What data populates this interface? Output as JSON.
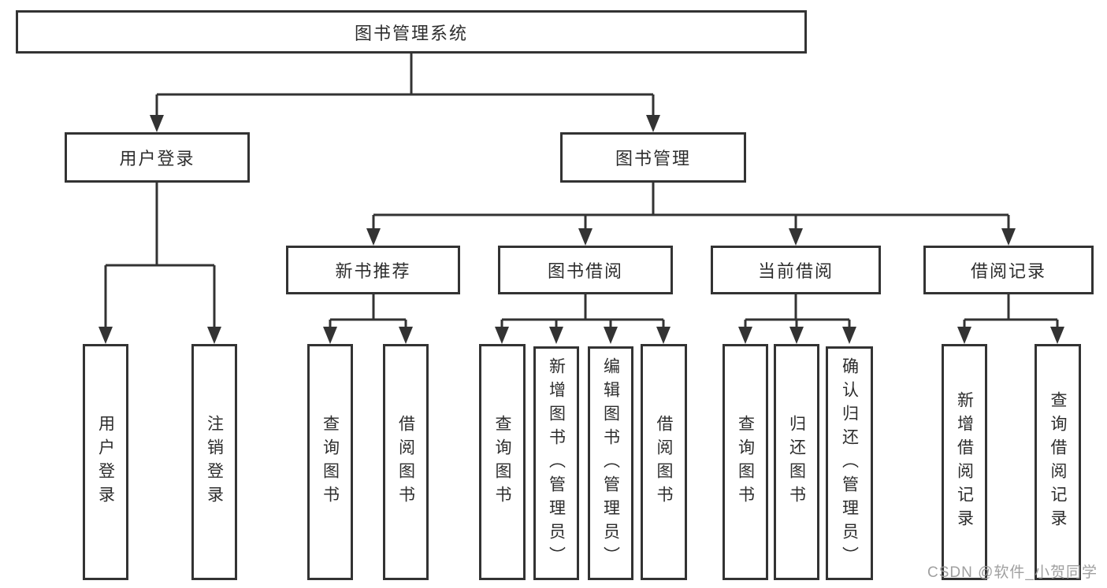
{
  "diagram": {
    "colors": {
      "line": "#333333",
      "box_background": "#ffffff",
      "text": "#2d2d2d",
      "watermark": "#9b9b9b"
    },
    "nodes": {
      "root": {
        "label": "图书管理系统"
      },
      "user_login": {
        "label": "用户登录"
      },
      "book_mgmt": {
        "label": "图书管理"
      },
      "new_book_rec": {
        "label": "新书推荐"
      },
      "book_borrow": {
        "label": "图书借阅"
      },
      "current_borrow": {
        "label": "当前借阅"
      },
      "borrow_record": {
        "label": "借阅记录"
      },
      "login": {
        "label": "用户登录"
      },
      "logout": {
        "label": "注销登录"
      },
      "rec_query": {
        "label": "查询图书"
      },
      "rec_borrow": {
        "label": "借阅图书"
      },
      "bb_query": {
        "label": "查询图书"
      },
      "bb_add": {
        "label": "新增图书（管理员）"
      },
      "bb_edit": {
        "label": "编辑图书（管理员）"
      },
      "bb_borrow": {
        "label": "借阅图书"
      },
      "cb_query": {
        "label": "查询图书"
      },
      "cb_return": {
        "label": "归还图书"
      },
      "cb_confirm": {
        "label": "确认归还（管理员）"
      },
      "br_add": {
        "label": "新增借阅记录"
      },
      "br_query": {
        "label": "查询借阅记录"
      }
    },
    "watermark": {
      "text": "CSDN @软件_小贺同学"
    }
  }
}
